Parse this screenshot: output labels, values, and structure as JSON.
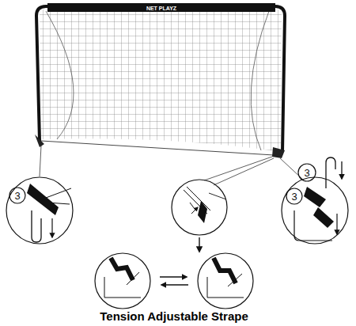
{
  "diagram": {
    "labels": [
      "NET PLAYZ",
      "3",
      "3",
      "3",
      "Tension Adjustable Strape"
    ]
  }
}
